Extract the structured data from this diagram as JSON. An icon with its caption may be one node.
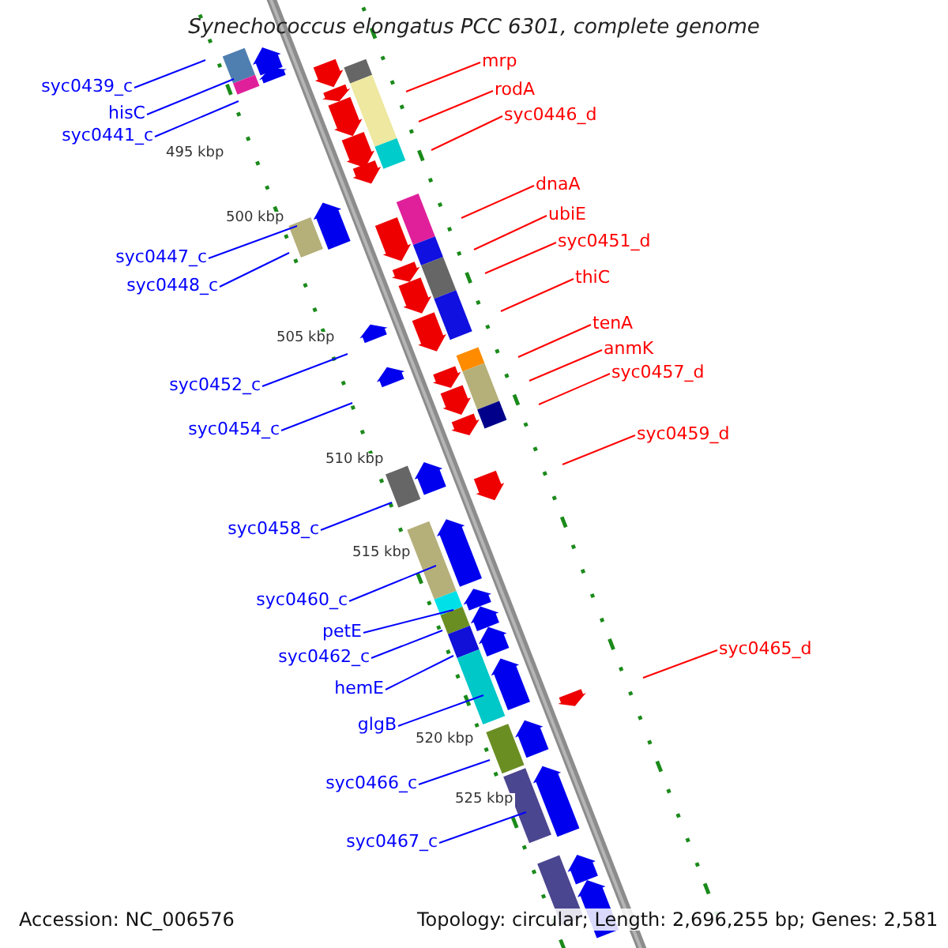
{
  "diagram": {
    "title": "Synechococcus elongatus PCC 6301, complete genome",
    "nodes": [
      {
        "text": [
          "mrp"
        ]
      },
      {
        "text": [
          "syc0439_c"
        ]
      },
      {
        "text": [
          "rodA"
        ]
      },
      {
        "text": [
          "hisC"
        ]
      },
      {
        "text": [
          "syc0446_d"
        ]
      },
      {
        "text": [
          "syc0441_c"
        ]
      },
      {
        "text": [
          "dnaA"
        ]
      },
      {
        "text": [
          "ubiE"
        ]
      },
      {
        "text": [
          "syc0451_d"
        ]
      },
      {
        "text": [
          "syc0447_c"
        ]
      },
      {
        "text": [
          "thiC"
        ]
      },
      {
        "text": [
          "syc0448_c"
        ]
      },
      {
        "text": [
          "tenA"
        ]
      },
      {
        "text": [
          "anmK"
        ]
      },
      {
        "text": [
          "syc0457_d"
        ]
      },
      {
        "text": [
          "syc0452_c"
        ]
      },
      {
        "text": [
          "syc0454_c"
        ]
      },
      {
        "text": [
          "syc0459_d"
        ]
      },
      {
        "text": [
          "syc0458_c"
        ]
      },
      {
        "text": [
          "syc0460_c"
        ]
      },
      {
        "text": [
          "petE"
        ]
      },
      {
        "text": [
          "syc0465_d"
        ]
      },
      {
        "text": [
          "syc0462_c"
        ]
      },
      {
        "text": [
          "hemE"
        ]
      },
      {
        "text": [
          "glgB"
        ]
      },
      {
        "text": [
          "syc0466_c"
        ]
      },
      {
        "text": [
          "syc0467_c"
        ]
      }
    ],
    "edges": [
      {
        "from": 0,
        "to": null,
        "arrow": "none",
        "color": "#ff0000"
      },
      {
        "from": 1,
        "to": null,
        "arrow": "none"
      },
      {
        "from": 2,
        "to": null,
        "arrow": "none",
        "color": "#ff0000"
      },
      {
        "from": 3,
        "to": null,
        "arrow": "none"
      },
      {
        "from": 4,
        "to": null,
        "arrow": "none",
        "color": "#ff0000"
      },
      {
        "from": 5,
        "to": null,
        "arrow": "none"
      },
      {
        "from": 6,
        "to": null,
        "arrow": "none",
        "color": "#ff0000"
      },
      {
        "from": 7,
        "to": null,
        "arrow": "none",
        "color": "#ff0000"
      },
      {
        "from": 8,
        "to": null,
        "arrow": "none",
        "color": "#ff0000"
      },
      {
        "from": 9,
        "to": null,
        "arrow": "none"
      },
      {
        "from": 10,
        "to": null,
        "arrow": "none",
        "color": "#ff0000"
      },
      {
        "from": 11,
        "to": null,
        "arrow": "none"
      },
      {
        "from": 12,
        "to": null,
        "arrow": "none",
        "color": "#ff0000"
      },
      {
        "from": 13,
        "to": null,
        "arrow": "none",
        "color": "#ff0000"
      },
      {
        "from": 14,
        "to": null,
        "arrow": "none",
        "color": "#ff0000"
      },
      {
        "from": 15,
        "to": null,
        "arrow": "none"
      },
      {
        "from": 16,
        "to": null,
        "arrow": "none"
      },
      {
        "from": 17,
        "to": null,
        "arrow": "none",
        "color": "#ff0000"
      },
      {
        "from": 18,
        "to": null,
        "arrow": "none"
      },
      {
        "from": 19,
        "to": null,
        "arrow": "none"
      },
      {
        "from": 20,
        "to": null,
        "arrow": "none"
      },
      {
        "from": 21,
        "to": null,
        "arrow": "none",
        "color": "#ff0000"
      },
      {
        "from": 22,
        "to": null,
        "arrow": "none"
      },
      {
        "from": 23,
        "to": null,
        "arrow": "none"
      },
      {
        "from": 24,
        "to": null,
        "arrow": "none"
      },
      {
        "from": 25,
        "to": null,
        "arrow": "none"
      },
      {
        "from": 26,
        "to": null,
        "arrow": "none"
      }
    ],
    "labels": [
      "495 kbp",
      "500 kbp",
      "505 kbp",
      "510 kbp",
      "515 kbp",
      "520 kbp",
      "525 kbp",
      "Accession: NC_006576",
      "Topology: circular; Length: 2,696,255 bp; Genes: 2,581"
    ]
  }
}
